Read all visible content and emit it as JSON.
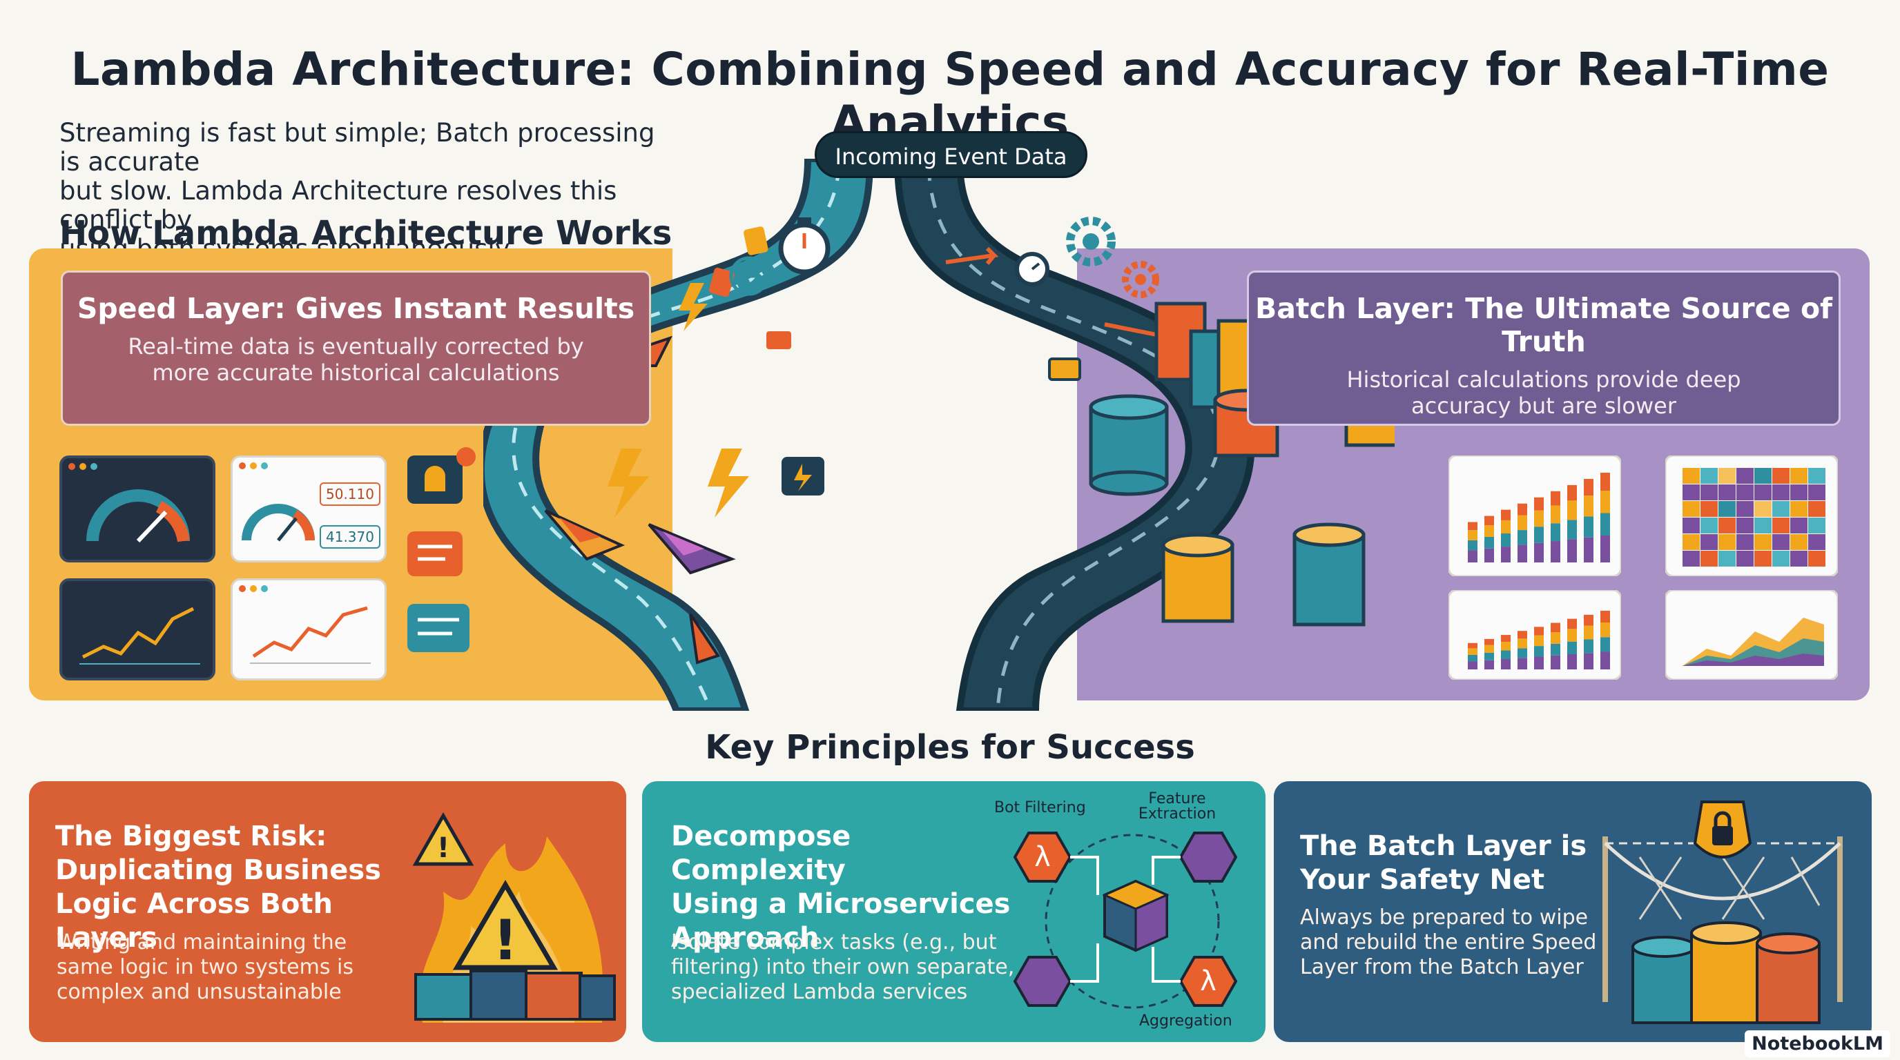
{
  "title": "Lambda Architecture: Combining Speed and Accuracy for Real-Time Analytics",
  "intro": {
    "line1": "Streaming is fast but simple; Batch processing is accurate",
    "line2": "but slow. Lambda Architecture resolves this conflict by",
    "line3": "using both systems simultaneously."
  },
  "how_heading": "How Lambda Architecture Works",
  "incoming_label": "Incoming Event Data",
  "speed_layer": {
    "title": "Speed Layer: Gives Instant Results",
    "line1": "Real-time data is eventually corrected by",
    "line2": "more accurate historical calculations",
    "metric1": "50.110",
    "metric2": "41.370"
  },
  "batch_layer": {
    "title": "Batch Layer: The Ultimate Source of Truth",
    "line1": "Historical calculations provide deep",
    "line2": "accuracy but are slower"
  },
  "key_heading": "Key Principles for Success",
  "principles": [
    {
      "title_lines": [
        "The Biggest Risk:",
        "Duplicating Business",
        "Logic Across Both Layers"
      ],
      "text_lines": [
        "Writing and maintaining the",
        "same logic in two systems is",
        "complex and unsustainable"
      ],
      "icon": "warning-fire-icon"
    },
    {
      "title_lines": [
        "Decompose Complexity",
        "Using a Microservices",
        "Approach"
      ],
      "text_lines": [
        "Isolate complex tasks (e.g., but",
        "filtering) into their own separate,",
        "specialized Lambda services"
      ],
      "labels": {
        "bot": "Bot Filtering",
        "feature1": "Feature",
        "feature2": "Extraction",
        "aggregation": "Aggregation"
      },
      "icon": "microservices-icon"
    },
    {
      "title_lines": [
        "The Batch Layer is",
        "Your Safety Net"
      ],
      "text_lines": [
        "Always be prepared to wipe",
        "and rebuild the entire Speed",
        "Layer from the Batch Layer"
      ],
      "icon": "safety-net-icon"
    }
  ],
  "brand": "NotebookLM",
  "colors": {
    "speed": "#f4b649",
    "batch": "#a891c4",
    "risk": "#d95f34",
    "micro": "#2ea6a5",
    "safety": "#2e5d80"
  }
}
